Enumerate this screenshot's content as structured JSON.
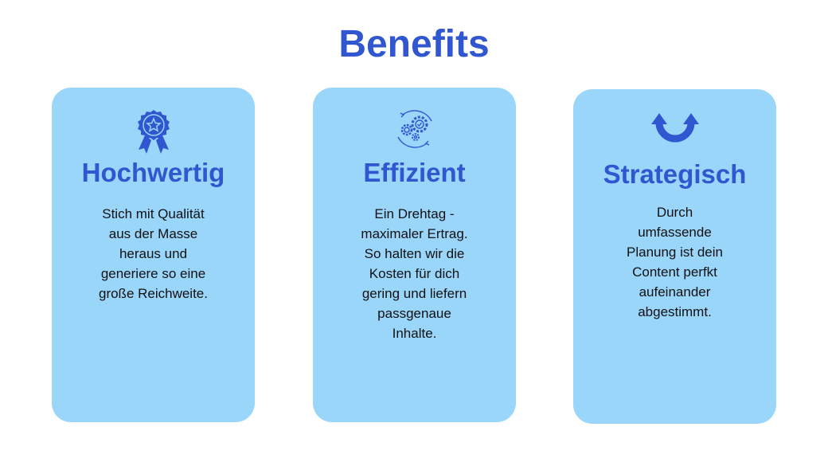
{
  "title": "Benefits",
  "colors": {
    "accent": "#3056D0",
    "card": "#9AD5FA"
  },
  "cards": [
    {
      "icon": "award-ribbon-icon",
      "heading": "Hochwertig",
      "lines": [
        "Stich mit Qualität",
        "aus der Masse",
        "heraus und",
        "generiere so eine",
        "große Reichweite."
      ]
    },
    {
      "icon": "gears-cycle-icon",
      "heading": "Effizient",
      "lines": [
        "Ein Drehtag -",
        "maximaler Ertrag.",
        "So halten wir die",
        "Kosten für dich",
        "gering und liefern",
        "passgenaue",
        "Inhalte."
      ]
    },
    {
      "icon": "u-turn-arrows-icon",
      "heading": "Strategisch",
      "lines": [
        "Durch",
        "umfassende",
        "Planung ist dein",
        "Content perfkt",
        "aufeinander",
        "abgestimmt."
      ]
    }
  ]
}
